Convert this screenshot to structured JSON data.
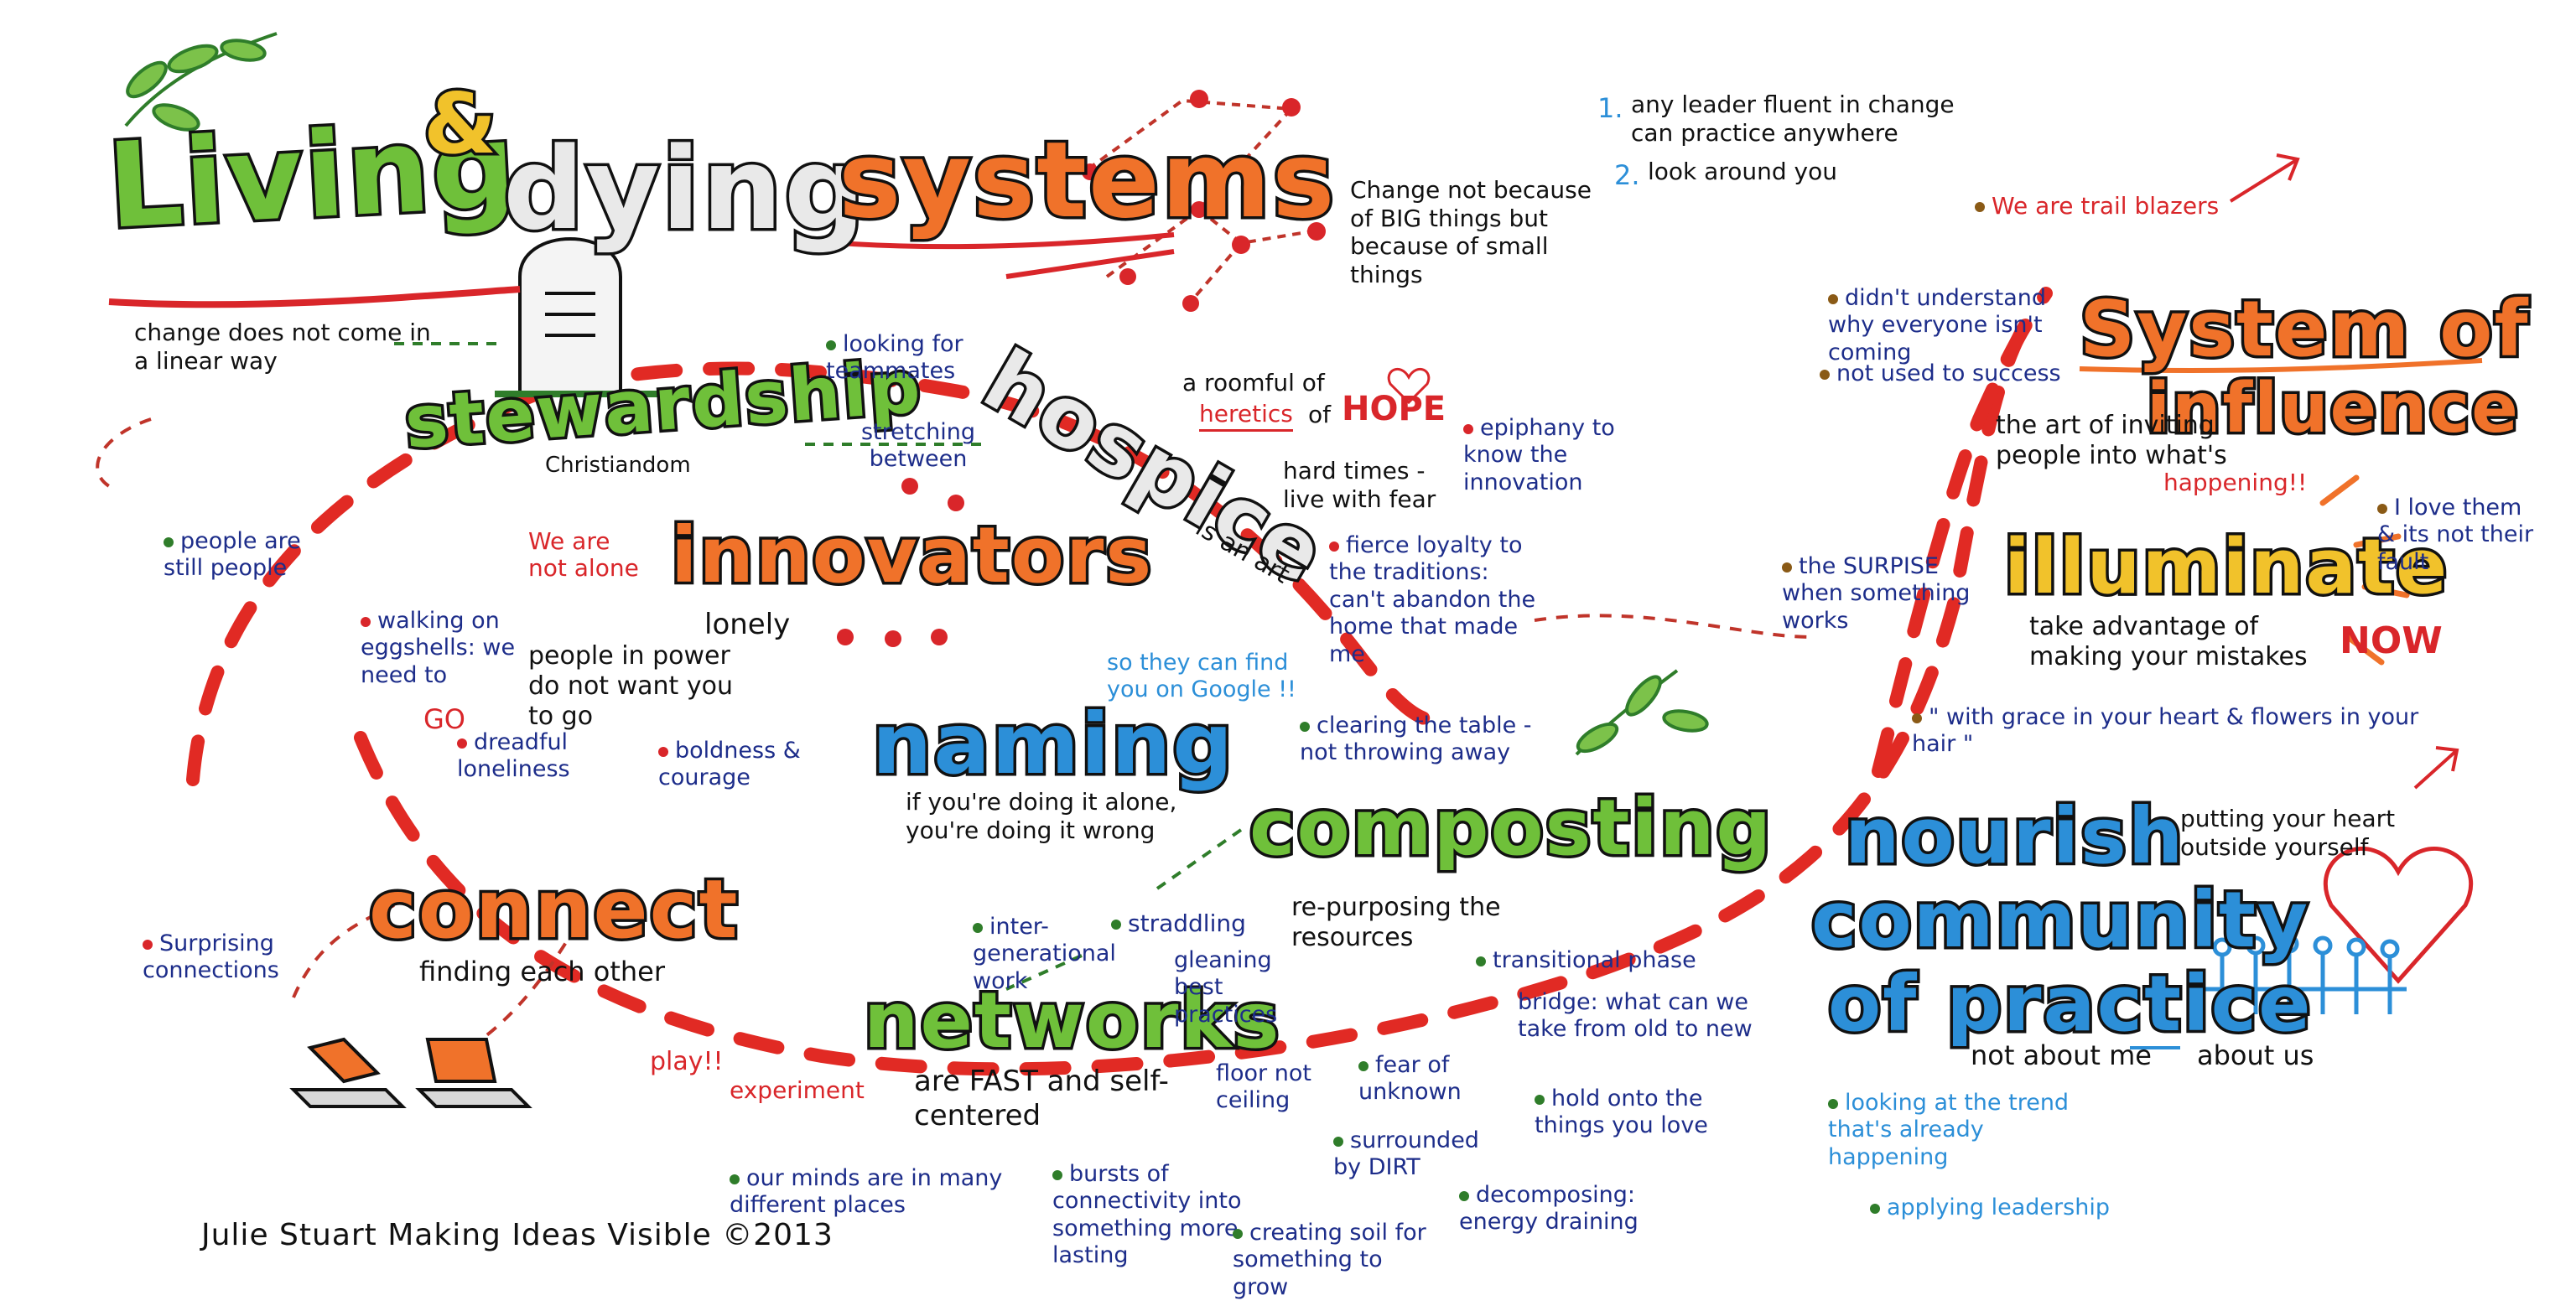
{
  "headings": {
    "living": "Living",
    "and": "&",
    "dying": "dying",
    "systems": "systems",
    "stewardship": "stewardship",
    "hospice": "hospice",
    "innovators": "innovators",
    "naming": "naming",
    "composting": "composting",
    "connect": "connect",
    "networks": "networks",
    "system_of": "System of",
    "influence": "influence",
    "illuminate": "illuminate",
    "nourish": "nourish",
    "community": "community",
    "of_practice": "of practice"
  },
  "notes": {
    "change_not_linear": "change does not come in a linear way",
    "christiandom": "Christiandom",
    "looking_for_teammates": "looking for teammates",
    "stretching_between": "stretching between",
    "is_an_art": "is an art",
    "change_not_big": "Change not because of BIG things but because of small things",
    "leader_fluent": "any leader fluent in change can practice anywhere",
    "look_around": "look around you",
    "list_1": "1.",
    "list_2": "2.",
    "trail_blazers": "We are trail blazers",
    "roomful_of": "a roomful of",
    "heretics": "heretics",
    "of": "of",
    "hope": "HOPE",
    "epiphany": "epiphany to know the innovation",
    "hard_times": "hard times - live with fear",
    "fierce_loyalty": "fierce loyalty to the traditions: can't abandon the home that made me",
    "people_still_people": "people are still people",
    "we_are_not_alone": "We are not alone",
    "lonely": "lonely",
    "walking_on_eggshells": "walking on eggshells: we need to",
    "go": "GO",
    "people_in_power": "people in power do not want you to go",
    "dreadful_loneliness": "dreadful loneliness",
    "boldness_courage": "boldness & courage",
    "find_on_google": "so they can find you on Google !!",
    "naming_alone": "if you're doing it alone, you're doing it wrong",
    "clearing_table": "clearing the table - not throwing away",
    "repurposing": "re-purposing the resources",
    "intergenerational": "inter-generational work",
    "straddling": "straddling",
    "gleaning": "gleaning best practices",
    "transitional": "transitional phase",
    "bridge": "bridge: what can we take from old to new",
    "surprising_connections": "Surprising connections",
    "finding_each_other": "finding each other",
    "play": "play!!",
    "experiment": "experiment",
    "are_fast": "are FAST and self-centered",
    "floor_not_ceiling": "floor not ceiling",
    "fear_unknown": "fear of unknown",
    "hold_onto": "hold onto the things you love",
    "surrounded_dirt": "surrounded by DIRT",
    "minds_many_places": "our minds are in many different places",
    "bursts": "bursts of connectivity into something more lasting",
    "creating_soil": "creating soil for something to grow",
    "decomposing": "decomposing: energy draining",
    "didnt_understand": "didn't understand why everyone isn't coming",
    "not_used_to_success": "not used to success",
    "art_of_inviting": "the art of inviting people into what's",
    "happening": "happening!!",
    "love_them": "I love them & its not their fault",
    "the_surprise": "the SURPISE when something works",
    "take_advantage": "take advantage of making your mistakes",
    "now": "NOW",
    "with_grace": "\" with grace in your heart & flowers in your hair \"",
    "heart_outside": "putting your heart outside yourself",
    "not_about_me": "not about me",
    "about_us": "about us",
    "looking_at_trend": "looking at the trend that's already happening",
    "applying_leadership": "applying leadership"
  },
  "signature": "Julie Stuart Making Ideas Visible ©2013",
  "colors": {
    "green": "#6fc03a",
    "orange": "#f0722a",
    "blue": "#2c8fd8",
    "yellow": "#f1c22b",
    "note_blue": "#1d2d8a",
    "red": "#d9262a"
  }
}
